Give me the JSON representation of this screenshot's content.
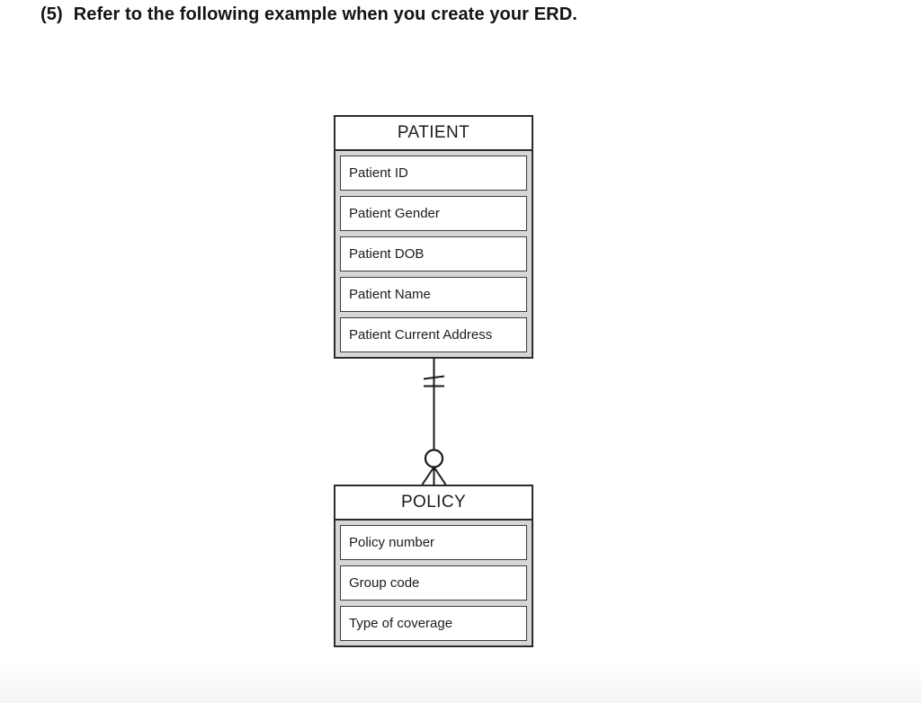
{
  "heading": {
    "number": "(5)",
    "text": "Refer to the following example when you create your ERD."
  },
  "diagram": {
    "entities": [
      {
        "name": "PATIENT",
        "attributes": [
          "Patient ID",
          "Patient Gender",
          "Patient DOB",
          "Patient Name",
          "Patient Current Address"
        ]
      },
      {
        "name": "POLICY",
        "attributes": [
          "Policy number",
          "Group code",
          "Type of coverage"
        ]
      }
    ],
    "relationship": {
      "from": "PATIENT",
      "to": "POLICY",
      "from_cardinality_icon": "one-and-only-one-ticks-icon",
      "to_cardinality_icon": "zero-or-many-crow-foot-icon",
      "notation": "crows-foot"
    },
    "colors": {
      "entity_border": "#2b2b2b",
      "attribute_border": "#3d3d3d",
      "compartment_background": "#d6d6d6",
      "entity_background": "#ffffff",
      "text": "#1c1c1c",
      "connector_stroke": "#1a1a1a"
    }
  }
}
